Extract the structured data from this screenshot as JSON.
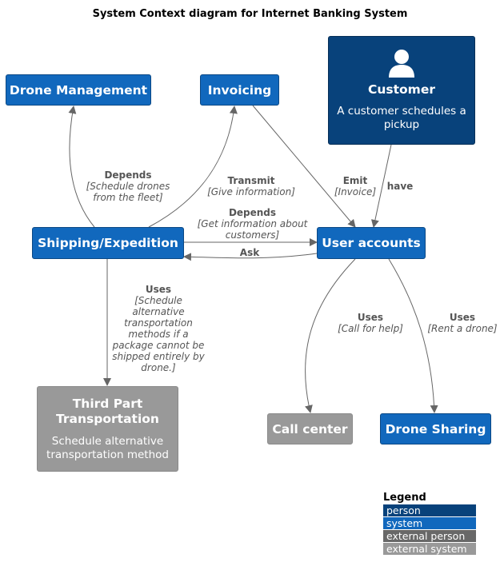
{
  "title": "System Context diagram for Internet Banking System",
  "nodes": {
    "drone_management": "Drone Management",
    "invoicing": "Invoicing",
    "customer": {
      "name": "Customer",
      "description": "A customer schedules a pickup"
    },
    "shipping": "Shipping/Expedition",
    "user_accounts": "User accounts",
    "third_part": {
      "name": "Third Part Transportation",
      "description": "Schedule alternative transportation method"
    },
    "call_center": "Call center",
    "drone_sharing": "Drone Sharing"
  },
  "relations": {
    "depends_drone": {
      "label": "Depends",
      "detail": "[Schedule drones from the fleet]"
    },
    "transmit": {
      "label": "Transmit",
      "detail": "[Give information]"
    },
    "emit": {
      "label": "Emit",
      "detail": "[Invoice]"
    },
    "have": {
      "label": "have"
    },
    "depends_users": {
      "label": "Depends",
      "detail": "[Get information about customers]"
    },
    "ask": {
      "label": "Ask"
    },
    "uses_third": {
      "label": "Uses",
      "detail": "[Schedule alternative transportation methods if a package cannot be shipped entirely by drone.]"
    },
    "uses_call": {
      "label": "Uses",
      "detail": "[Call for help]"
    },
    "uses_drone": {
      "label": "Uses",
      "detail": "[Rent a drone]"
    }
  },
  "legend": {
    "title": "Legend",
    "items": [
      "person",
      "system",
      "external person",
      "external system"
    ]
  },
  "colors": {
    "person": "#08427b",
    "system": "#1168bd",
    "external_person": "#686868",
    "external_system": "#999999",
    "edge": "#666666"
  }
}
